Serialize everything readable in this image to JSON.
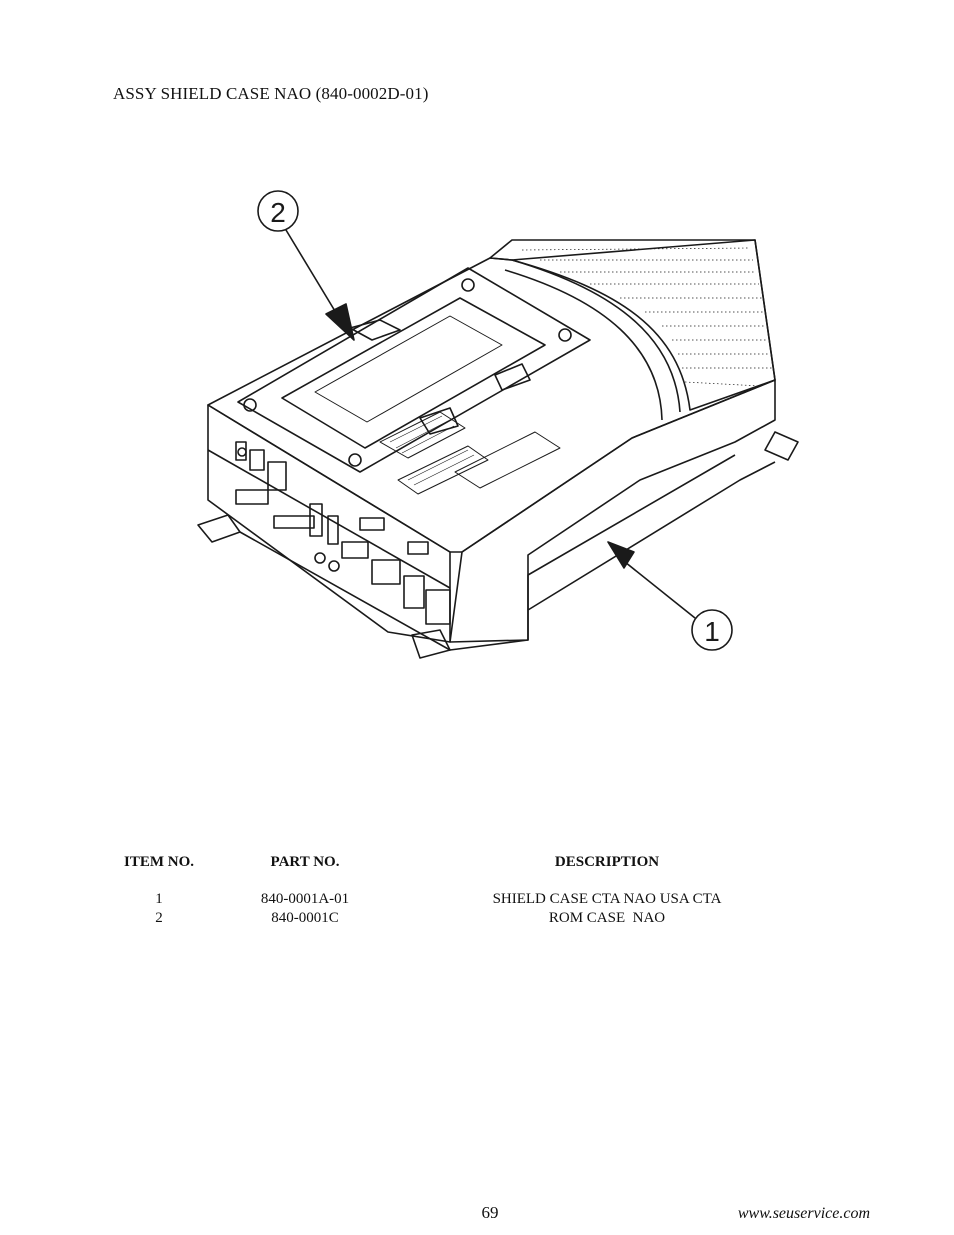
{
  "page": {
    "title": "ASSY SHIELD CASE NAO  (840-0002D-01)",
    "page_number": "69",
    "website": "www.seuservice.com"
  },
  "drawing": {
    "callouts": [
      "2",
      "1"
    ],
    "stroke_color": "#1a1a1a"
  },
  "parts_table": {
    "headers": [
      "ITEM NO.",
      "PART NO.",
      "DESCRIPTION"
    ],
    "rows": [
      {
        "item": "1",
        "part": "840-0001A-01",
        "description": "SHIELD CASE CTA NAO USA CTA"
      },
      {
        "item": "2",
        "part": "840-0001C",
        "description": "ROM CASE  NAO"
      }
    ]
  }
}
